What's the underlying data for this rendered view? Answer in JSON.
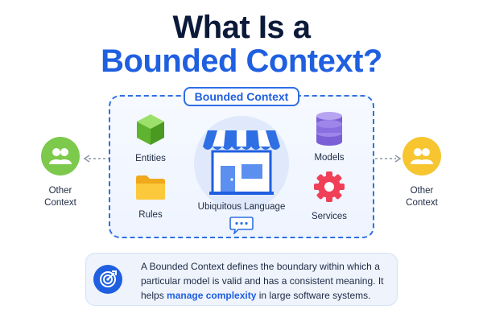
{
  "title": {
    "line1": "What Is a",
    "line2": "Bounded Context?"
  },
  "bounded_context": {
    "label": "Bounded Context",
    "center_label": "Ubiquitous Language",
    "items": {
      "entities": "Entities",
      "rules": "Rules",
      "models": "Models",
      "services": "Services"
    }
  },
  "other_contexts": {
    "left": {
      "line1": "Other",
      "line2": "Context"
    },
    "right": {
      "line1": "Other",
      "line2": "Context"
    }
  },
  "info": {
    "text_part1": "A Bounded Context defines the boundary within which a particular model is valid and has a consistent meaning. It helps ",
    "highlight": "manage complexity",
    "text_part2": " in large software systems."
  },
  "colors": {
    "title_dark": "#0c1a3a",
    "accent_blue": "#1f5fe0",
    "left_context": "#7cc94c",
    "right_context": "#f6c52f",
    "entities_cube": "#6cc23a",
    "rules_folder": "#f6b82a",
    "models_db": "#8a6fe0",
    "services_gear": "#ef4058"
  },
  "icons": {
    "entities": "cube-icon",
    "rules": "folder-icon",
    "models": "database-icon",
    "services": "gear-icon",
    "center": "storefront-icon",
    "chat": "chat-bubble-icon",
    "context": "users-icon",
    "info": "target-icon"
  }
}
